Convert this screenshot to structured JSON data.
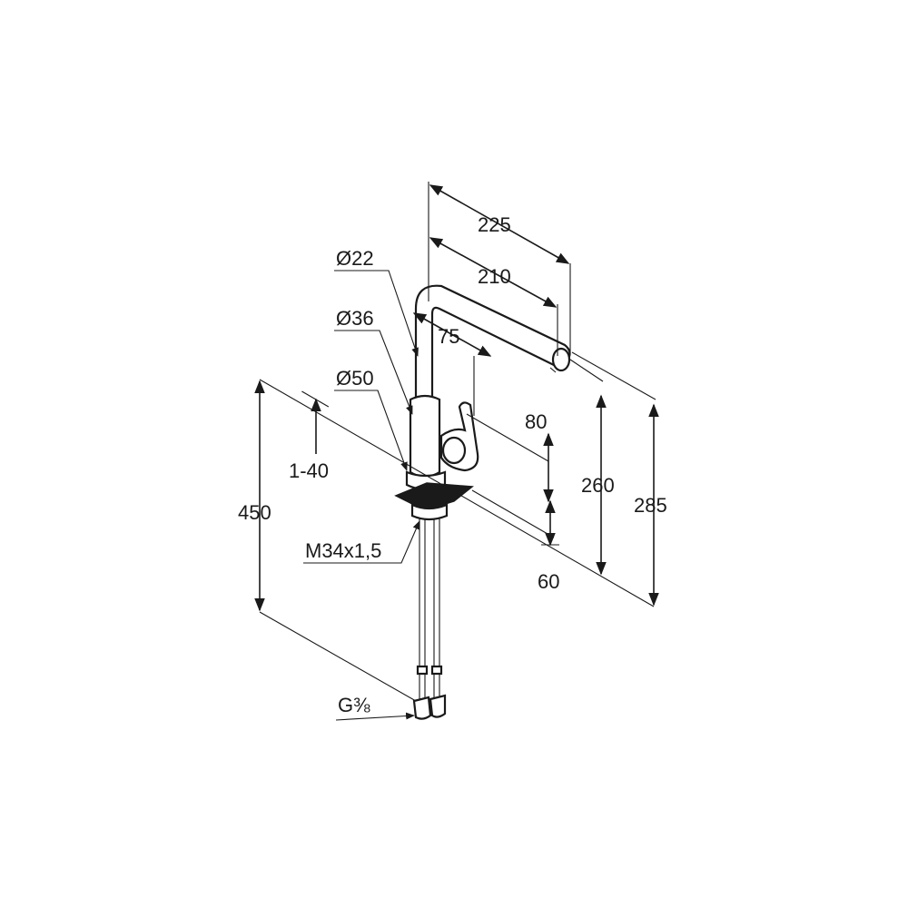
{
  "labels": {
    "width_total": "225",
    "width_spout": "210",
    "offset_handle": "75",
    "height_handle": "80",
    "height_spout": "260",
    "height_total": "285",
    "height_base": "60",
    "hose_length": "450",
    "deck_thickness": "1-40",
    "dia_spout": "Ø22",
    "dia_body": "Ø36",
    "dia_base": "Ø50",
    "thread_mount": "M34x1,5",
    "thread_connection": "G⅜"
  }
}
